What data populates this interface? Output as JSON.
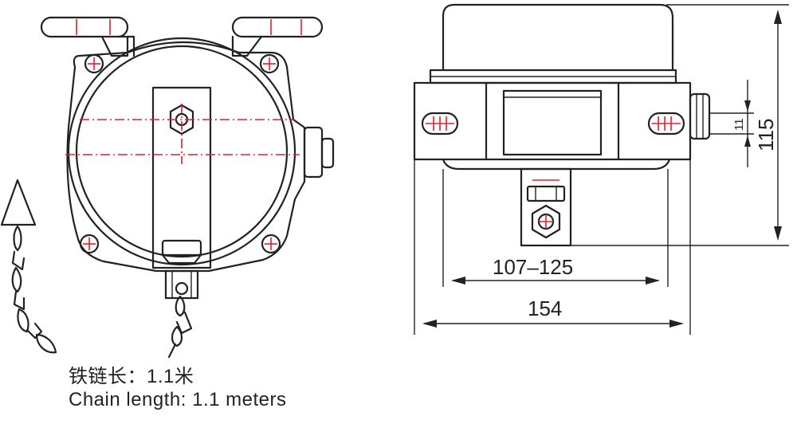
{
  "dimensions": {
    "width_range": "107–125",
    "overall_width": "154",
    "height": "115",
    "mount_spacing": "11"
  },
  "caption": {
    "cn": "铁链长：1.1米",
    "en": "Chain length: 1.1 meters"
  },
  "colors": {
    "line": "#222222",
    "accent": "#e0202a"
  }
}
